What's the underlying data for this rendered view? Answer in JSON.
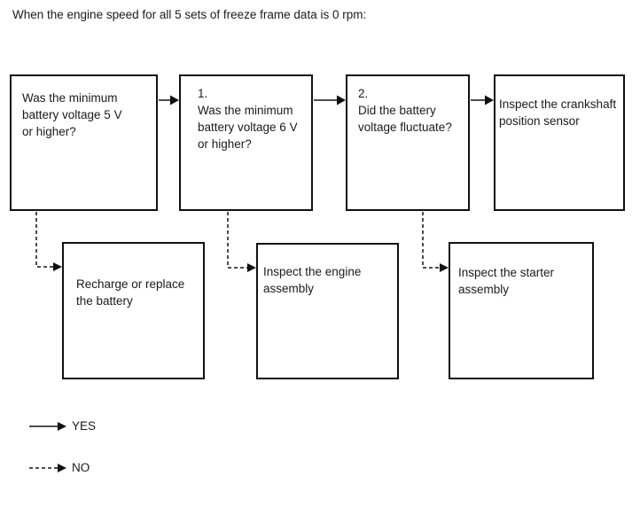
{
  "title": "When the engine speed for all 5 sets of freeze frame data is 0 rpm:",
  "flowchart": {
    "top_row": [
      {
        "text": "Was the minimum\nbattery voltage 5 V\nor higher?"
      },
      {
        "text": "1.\nWas the minimum\nbattery voltage 6 V\nor higher?"
      },
      {
        "text": "2.\nDid the battery\nvoltage fluctuate?"
      },
      {
        "text": "Inspect the crankshaft\nposition sensor"
      }
    ],
    "bottom_row": [
      {
        "text": "Recharge or replace\nthe battery"
      },
      {
        "text": "Inspect the engine\nassembly"
      },
      {
        "text": "Inspect the starter\nassembly"
      }
    ]
  },
  "legend": {
    "yes_label": "YES",
    "no_label": "NO"
  },
  "colors": {
    "line": "#111111",
    "text": "#1a1a1a",
    "background": "#ffffff"
  }
}
